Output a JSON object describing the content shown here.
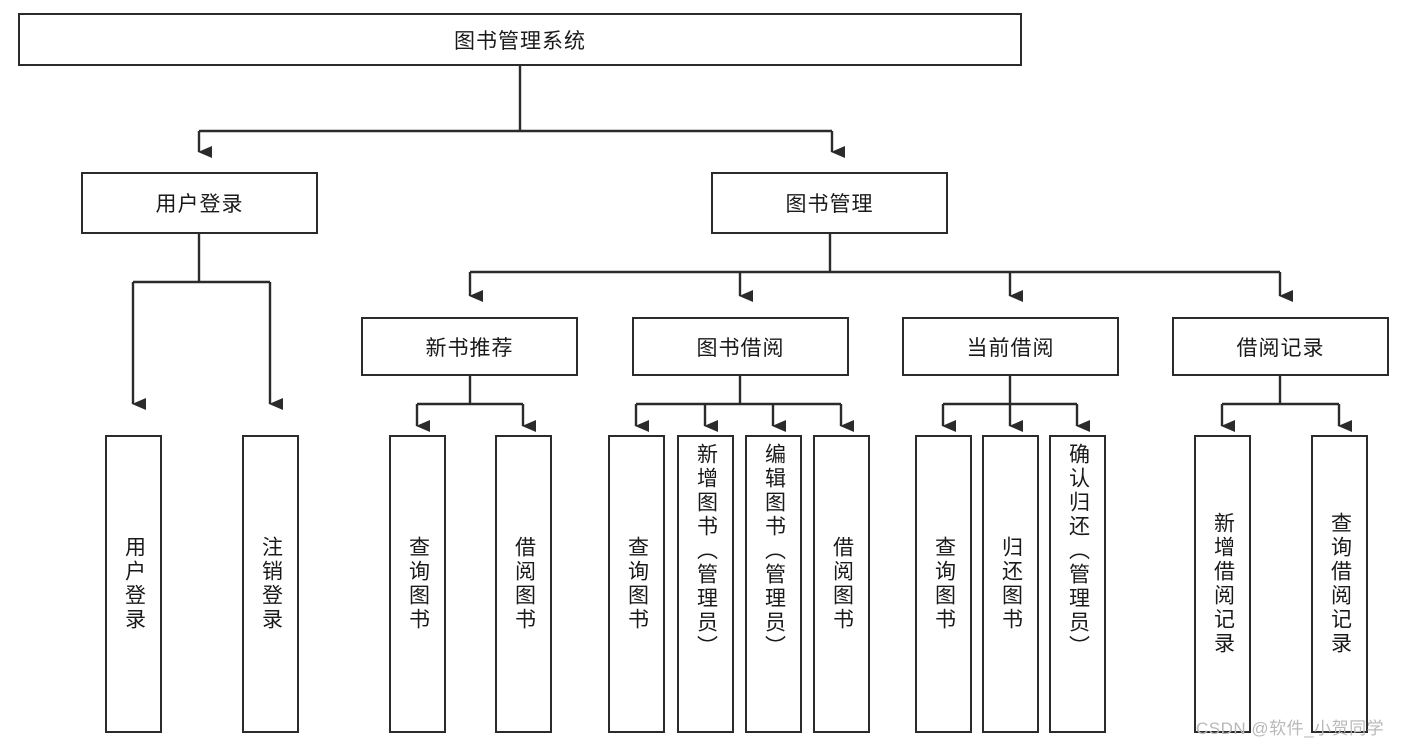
{
  "diagram": {
    "title": "图书管理系统",
    "type": "tree-hierarchy",
    "levels": {
      "root": {
        "label": "图书管理系统"
      },
      "level2": [
        {
          "label": "用户登录"
        },
        {
          "label": "图书管理"
        }
      ],
      "level3": [
        {
          "label": "新书推荐"
        },
        {
          "label": "图书借阅"
        },
        {
          "label": "当前借阅"
        },
        {
          "label": "借阅记录"
        }
      ],
      "leaves_user_login": [
        {
          "label": "用户登录"
        },
        {
          "label": "注销登录"
        }
      ],
      "leaves_new_book": [
        {
          "label": "查询图书"
        },
        {
          "label": "借阅图书"
        }
      ],
      "leaves_borrow": [
        {
          "label": "查询图书"
        },
        {
          "label": "新增图书（管理员）"
        },
        {
          "label": "编辑图书（管理员）"
        },
        {
          "label": "借阅图书"
        }
      ],
      "leaves_current": [
        {
          "label": "查询图书"
        },
        {
          "label": "归还图书"
        },
        {
          "label": "确认归还（管理员）"
        }
      ],
      "leaves_record": [
        {
          "label": "新增借阅记录"
        },
        {
          "label": "查询借阅记录"
        }
      ]
    }
  },
  "watermark": {
    "text": "CSDN @软件_小贺同学"
  },
  "colors": {
    "stroke": "#2b2b2b",
    "fill": "#ffffff",
    "text": "#1a1a1a",
    "watermark": "#b9b9b9"
  }
}
